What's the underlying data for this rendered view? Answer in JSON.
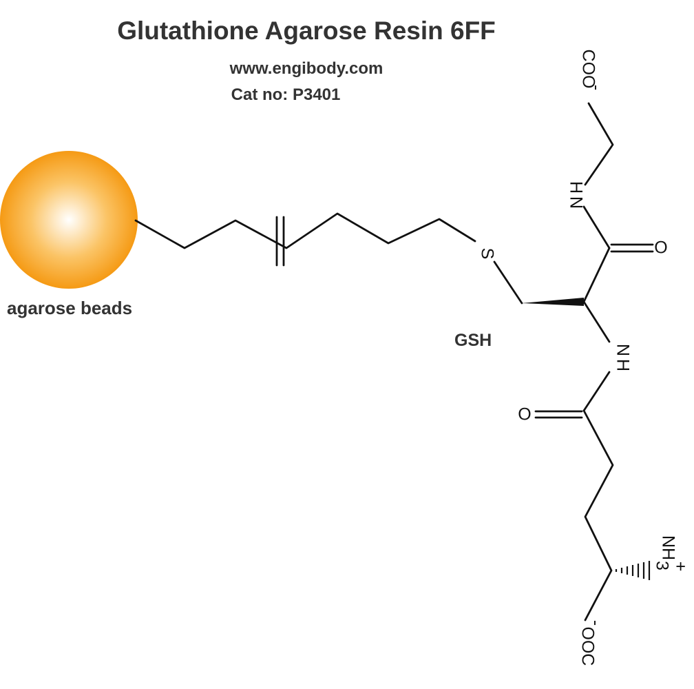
{
  "header": {
    "title": "Glutathione Agarose Resin 6FF",
    "website": "www.engibody.com",
    "catalog": "Cat no: P3401"
  },
  "labels": {
    "beads": "agarose beads",
    "ligand": "GSH"
  },
  "atoms": {
    "sulfur": "S",
    "nitrogen": "N",
    "hydrogen": "H",
    "oxygen": "O",
    "carboxylate_top": "COO",
    "carboxylate_bottom": "OOC",
    "ammonium": "NH",
    "ammonium_sub": "3",
    "charge_minus": "-",
    "charge_plus": "+"
  },
  "colors": {
    "bead_outer": "#F59A14",
    "bead_inner": "#FFFFFF",
    "bond": "#111111",
    "text": "#333333"
  }
}
